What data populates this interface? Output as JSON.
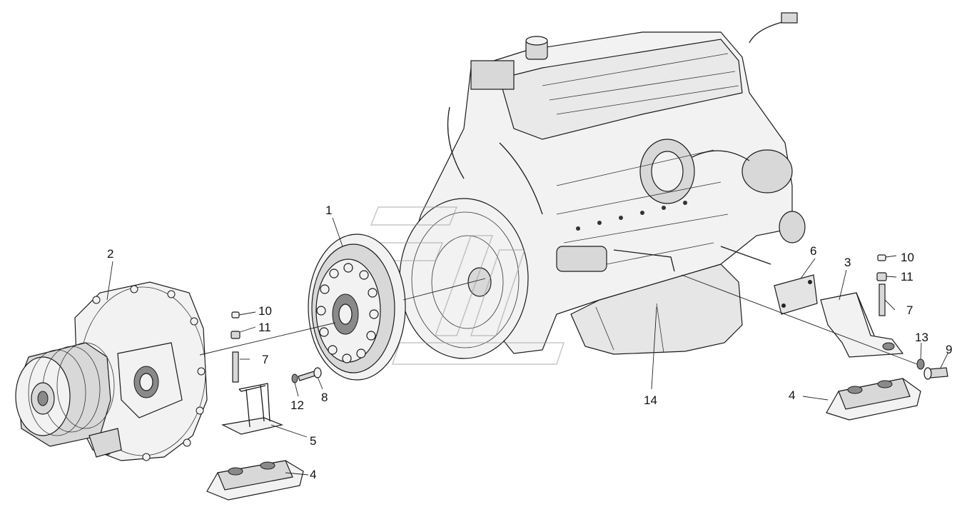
{
  "callouts": [
    {
      "id": "c1",
      "text": "1"
    },
    {
      "id": "c2",
      "text": "2"
    },
    {
      "id": "c3",
      "text": "3"
    },
    {
      "id": "c4a",
      "text": "4"
    },
    {
      "id": "c4b",
      "text": "4"
    },
    {
      "id": "c5",
      "text": "5"
    },
    {
      "id": "c6",
      "text": "6"
    },
    {
      "id": "c7a",
      "text": "7"
    },
    {
      "id": "c7b",
      "text": "7"
    },
    {
      "id": "c8",
      "text": "8"
    },
    {
      "id": "c9",
      "text": "9"
    },
    {
      "id": "c10a",
      "text": "10"
    },
    {
      "id": "c10b",
      "text": "10"
    },
    {
      "id": "c11a",
      "text": "11"
    },
    {
      "id": "c11b",
      "text": "11"
    },
    {
      "id": "c12",
      "text": "12"
    },
    {
      "id": "c13",
      "text": "13"
    },
    {
      "id": "c14",
      "text": "14"
    }
  ]
}
